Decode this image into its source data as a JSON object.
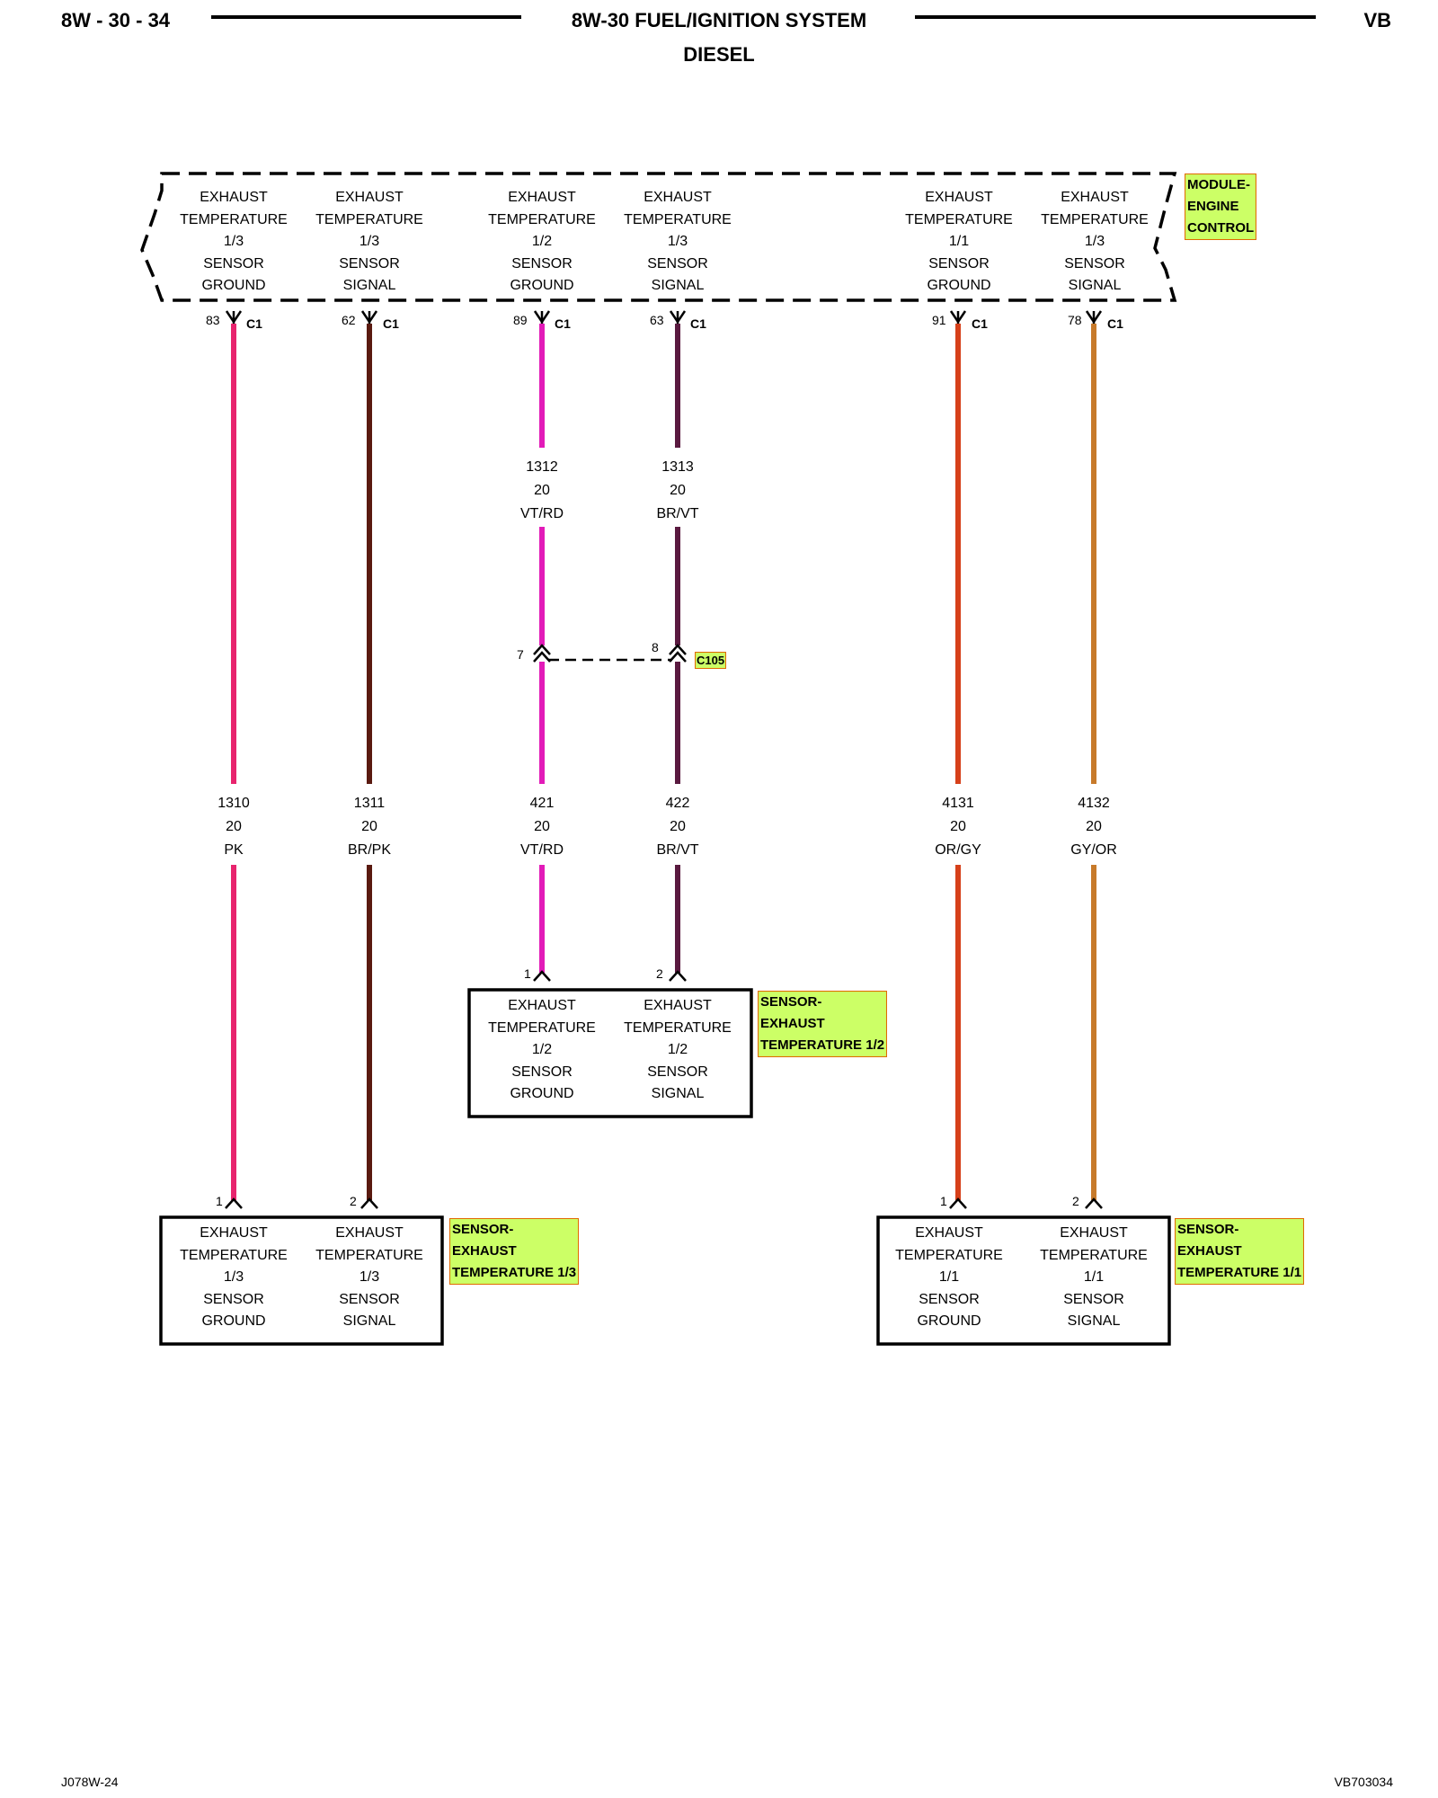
{
  "header": {
    "page_code": "8W - 30 - 34",
    "title": "8W-30 FUEL/IGNITION SYSTEM",
    "subtitle": "DIESEL",
    "model_code": "VB"
  },
  "module": {
    "name_lines": [
      "MODULE-",
      "ENGINE",
      "CONTROL"
    ],
    "pins": [
      {
        "lines": [
          "EXHAUST",
          "TEMPERATURE",
          "1/3",
          "SENSOR",
          "GROUND"
        ],
        "pin": "83",
        "connector": "C1"
      },
      {
        "lines": [
          "EXHAUST",
          "TEMPERATURE",
          "1/3",
          "SENSOR",
          "SIGNAL"
        ],
        "pin": "62",
        "connector": "C1"
      },
      {
        "lines": [
          "EXHAUST",
          "TEMPERATURE",
          "1/2",
          "SENSOR",
          "GROUND"
        ],
        "pin": "89",
        "connector": "C1"
      },
      {
        "lines": [
          "EXHAUST",
          "TEMPERATURE",
          "1/3",
          "SENSOR",
          "SIGNAL"
        ],
        "pin": "63",
        "connector": "C1"
      },
      {
        "lines": [
          "EXHAUST",
          "TEMPERATURE",
          "1/1",
          "SENSOR",
          "GROUND"
        ],
        "pin": "91",
        "connector": "C1"
      },
      {
        "lines": [
          "EXHAUST",
          "TEMPERATURE",
          "1/3",
          "SENSOR",
          "SIGNAL"
        ],
        "pin": "78",
        "connector": "C1"
      }
    ]
  },
  "upper_wires": [
    {
      "circuit": "1312",
      "gauge": "20",
      "color": "VT/RD"
    },
    {
      "circuit": "1313",
      "gauge": "20",
      "color": "BR/VT"
    }
  ],
  "inline_connector": {
    "name": "C105",
    "pins": [
      "7",
      "8"
    ]
  },
  "lower_wires": [
    {
      "circuit": "1310",
      "gauge": "20",
      "color": "PK",
      "hex": "#e8246e"
    },
    {
      "circuit": "1311",
      "gauge": "20",
      "color": "BR/PK",
      "hex": "#5a1a10"
    },
    {
      "circuit": "421",
      "gauge": "20",
      "color": "VT/RD",
      "hex": "#e21bb8"
    },
    {
      "circuit": "422",
      "gauge": "20",
      "color": "BR/VT",
      "hex": "#5a1a40"
    },
    {
      "circuit": "4131",
      "gauge": "20",
      "color": "OR/GY",
      "hex": "#d6401a"
    },
    {
      "circuit": "4132",
      "gauge": "20",
      "color": "GY/OR",
      "hex": "#c77a2a"
    }
  ],
  "sensors": [
    {
      "name_lines": [
        "SENSOR-",
        "EXHAUST",
        "TEMPERATURE 1/2"
      ],
      "pins": [
        {
          "pin": "1",
          "lines": [
            "EXHAUST",
            "TEMPERATURE",
            "1/2",
            "SENSOR",
            "GROUND"
          ]
        },
        {
          "pin": "2",
          "lines": [
            "EXHAUST",
            "TEMPERATURE",
            "1/2",
            "SENSOR",
            "SIGNAL"
          ]
        }
      ]
    },
    {
      "name_lines": [
        "SENSOR-",
        "EXHAUST",
        "TEMPERATURE 1/3"
      ],
      "pins": [
        {
          "pin": "1",
          "lines": [
            "EXHAUST",
            "TEMPERATURE",
            "1/3",
            "SENSOR",
            "GROUND"
          ]
        },
        {
          "pin": "2",
          "lines": [
            "EXHAUST",
            "TEMPERATURE",
            "1/3",
            "SENSOR",
            "SIGNAL"
          ]
        }
      ]
    },
    {
      "name_lines": [
        "SENSOR-",
        "EXHAUST",
        "TEMPERATURE 1/1"
      ],
      "pins": [
        {
          "pin": "1",
          "lines": [
            "EXHAUST",
            "TEMPERATURE",
            "1/1",
            "SENSOR",
            "GROUND"
          ]
        },
        {
          "pin": "2",
          "lines": [
            "EXHAUST",
            "TEMPERATURE",
            "1/1",
            "SENSOR",
            "SIGNAL"
          ]
        }
      ]
    }
  ],
  "footer": {
    "left": "J078W-24",
    "right": "VB703034"
  }
}
